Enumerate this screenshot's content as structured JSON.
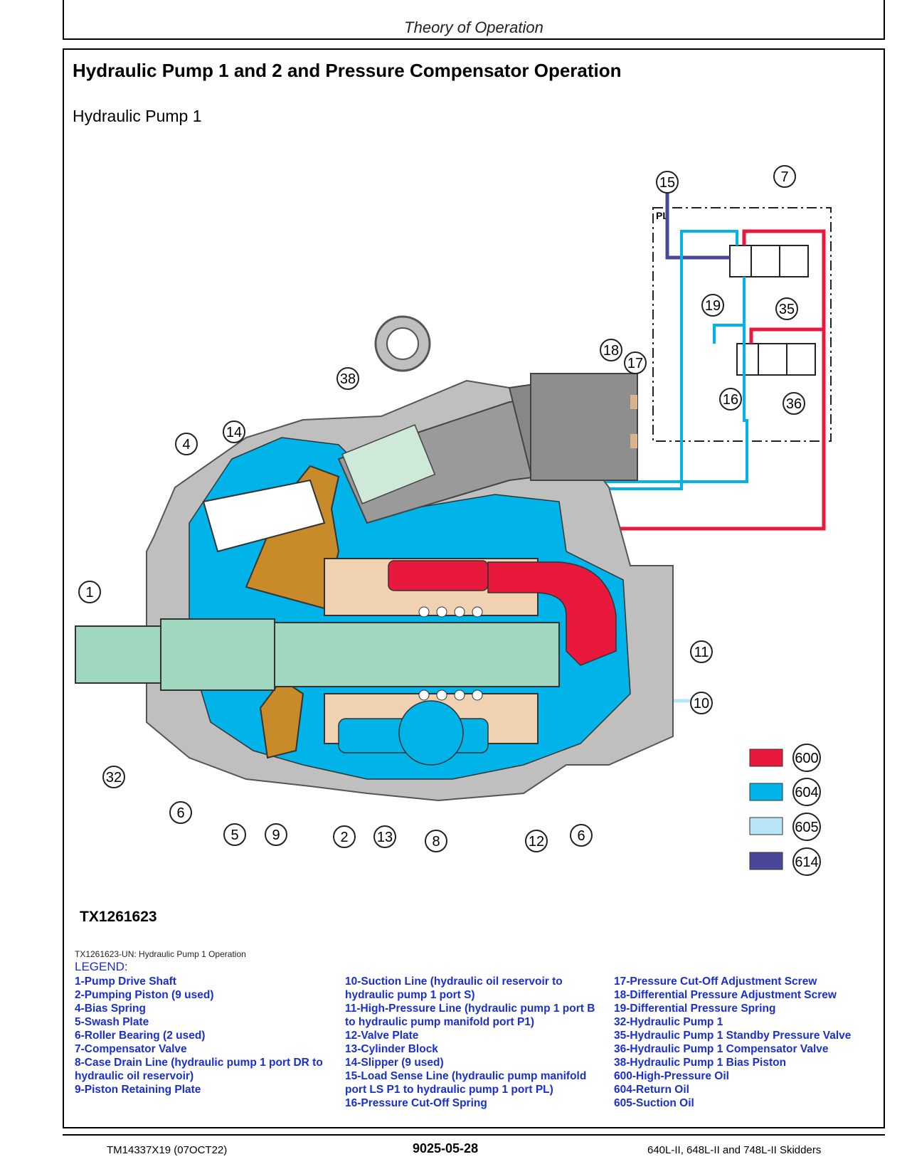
{
  "header": {
    "section": "Theory of Operation"
  },
  "page": {
    "title": "Hydraulic Pump 1 and 2 and Pressure Compensator Operation",
    "subtitle": "Hydraulic Pump 1"
  },
  "figure": {
    "id": "TX1261623",
    "caption": "TX1261623-UN: Hydraulic Pump 1 Operation",
    "callouts": [
      "1",
      "2",
      "4",
      "5",
      "6",
      "6",
      "7",
      "8",
      "9",
      "10",
      "11",
      "12",
      "13",
      "14",
      "15",
      "16",
      "17",
      "18",
      "19",
      "32",
      "35",
      "36",
      "38"
    ],
    "color_key": [
      {
        "code": "600",
        "color": "#e8193c"
      },
      {
        "code": "604",
        "color": "#00b4ea"
      },
      {
        "code": "605",
        "color": "#b9e5f8"
      },
      {
        "code": "614",
        "color": "#4a479b"
      }
    ]
  },
  "legend": {
    "title": "LEGEND:",
    "col1": [
      "1-Pump Drive Shaft",
      "2-Pumping Piston (9 used)",
      "4-Bias Spring",
      "5-Swash Plate",
      "6-Roller Bearing (2 used)",
      "7-Compensator Valve",
      "8-Case Drain Line (hydraulic pump 1 port DR to hydraulic oil reservoir)",
      "9-Piston Retaining Plate"
    ],
    "col2": [
      "10-Suction Line (hydraulic oil reservoir to hydraulic pump 1 port S)",
      "11-High-Pressure Line (hydraulic pump 1 port B to hydraulic pump manifold port P1)",
      "12-Valve Plate",
      "13-Cylinder Block",
      "14-Slipper (9 used)",
      "15-Load Sense Line (hydraulic pump manifold port LS P1 to hydraulic pump 1 port PL)",
      "16-Pressure Cut-Off Spring"
    ],
    "col3": [
      "17-Pressure Cut-Off Adjustment Screw",
      "18-Differential Pressure Adjustment Screw",
      "19-Differential Pressure Spring",
      "32-Hydraulic Pump 1",
      "35-Hydraulic Pump 1 Standby Pressure Valve",
      "36-Hydraulic Pump 1 Compensator Valve",
      "38-Hydraulic Pump 1 Bias Piston",
      "600-High-Pressure Oil",
      "604-Return Oil",
      "605-Suction Oil"
    ]
  },
  "footer": {
    "left": "TM14337X19 (07OCT22)",
    "center": "9025-05-28",
    "right": "640L-II, 648L-II and 748L-II Skidders"
  },
  "schematic_label": "PL"
}
